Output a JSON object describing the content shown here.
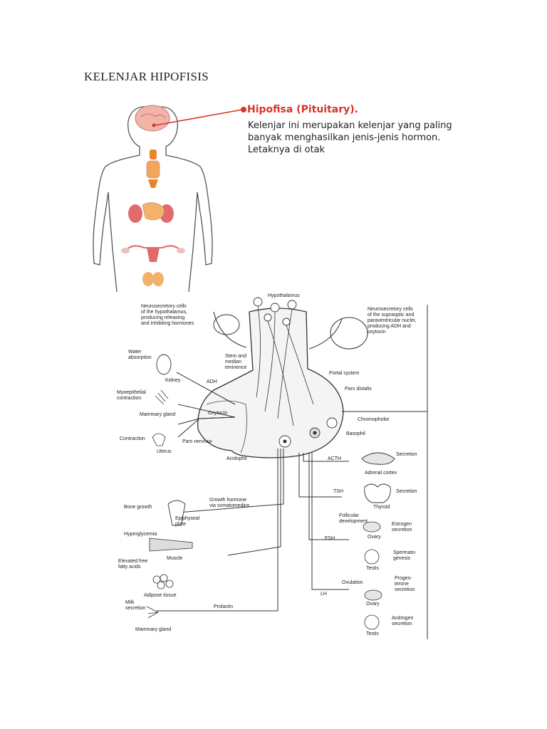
{
  "document": {
    "title": "KELENJAR HIPOFISIS"
  },
  "callout": {
    "heading": "Hipofisa (Pituitary).",
    "line1": "Kelenjar ini merupakan kelenjar yang paling",
    "line2": "banyak menghasilkan jenis-jenis hormon.",
    "line3": "Letaknya di otak"
  },
  "diagram": {
    "hypothalamus": "Hypothalamus",
    "neuro_left_1": "Neurosecretory cells",
    "neuro_left_2": "of the hypothalamus,",
    "neuro_left_3": "producing releasing",
    "neuro_left_4": "and inhibiting hormones",
    "neuro_right_1": "Neurosecretory cells",
    "neuro_right_2": "of the supraoptic and",
    "neuro_right_3": "paraventricular nuclei,",
    "neuro_right_4": "producing ADH and",
    "neuro_right_5": "oxytocin",
    "stem_1": "Stem and",
    "stem_2": "median",
    "stem_3": "eminence",
    "portal": "Portal system",
    "pars_distalis": "Pars distalis",
    "chromophobe": "Chromophobe",
    "basophil": "Basophil",
    "acidophil": "Acidophil",
    "pars_nervosa": "Pars nervosa",
    "water_1": "Water",
    "water_2": "absorption",
    "kidney": "Kidney",
    "adh": "ADH",
    "myo_1": "Myoepithelial",
    "myo_2": "contraction",
    "mammary1": "Mammary gland",
    "oxytocin": "Oxytocin",
    "contraction": "Contraction",
    "uterus": "Uterus",
    "acth": "ACTH",
    "secretion1": "Secretion",
    "adrenal": "Adrenal cortex",
    "tsh": "TSH",
    "secretion2": "Secretion",
    "thyroid": "Thyroid",
    "growth_1": "Growth hormone",
    "growth_2": "via somatomedins",
    "bone_growth": "Bone growth",
    "epiphyseal_1": "Epiphyseal",
    "epiphyseal_2": "plate",
    "follicular_1": "Follicular",
    "follicular_2": "development",
    "estrogen_1": "Estrogen",
    "estrogen_2": "secretion",
    "ovary1": "Ovary",
    "fsh": "FSH",
    "hyperglycemia": "Hyperglycemia",
    "muscle": "Muscle",
    "spermato_1": "Spermato-",
    "spermato_2": "genesis",
    "testis1": "Testis",
    "elevated_1": "Elevated free",
    "elevated_2": "fatty acids",
    "adipose": "Adipose tissue",
    "ovulation": "Ovulation",
    "proges_1": "Proges-",
    "proges_2": "terone",
    "proges_3": "secretion",
    "lh": "LH",
    "ovary2": "Ovary",
    "milk_1": "Milk",
    "milk_2": "secretion",
    "prolactin": "Prolactin",
    "androgen_1": "Androgen",
    "androgen_2": "secretion",
    "mammary2": "Mammary gland",
    "testis2": "Testis"
  },
  "colors": {
    "callout_red": "#d9342b",
    "organ_orange": "#e8862a",
    "organ_pink": "#e26a6a"
  }
}
